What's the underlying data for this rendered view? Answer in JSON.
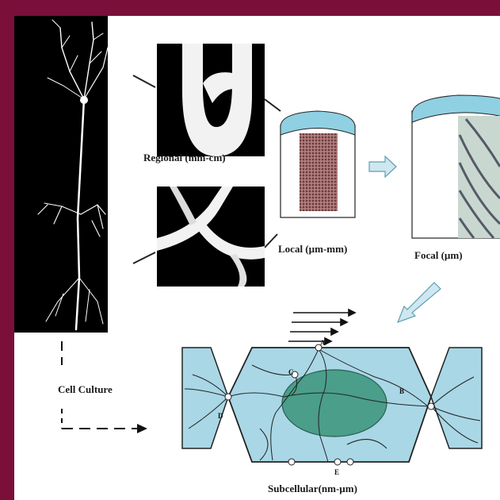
{
  "colors": {
    "frame": "#7a0f3a",
    "cell_fill": "#a9d7e6",
    "nucleus_fill": "#4a9e8a",
    "vessel_cap": "#8fd0e3"
  },
  "labels": {
    "regional": "Regional (mm-cm)",
    "local": "Local (µm-mm)",
    "focal": "Focal (µm)",
    "cell_culture": "Cell Culture",
    "subcellular": "Subcellular(nm-µm)"
  },
  "points": {
    "a": "A",
    "b": "B",
    "c": "C",
    "d": "D",
    "e": "E"
  }
}
